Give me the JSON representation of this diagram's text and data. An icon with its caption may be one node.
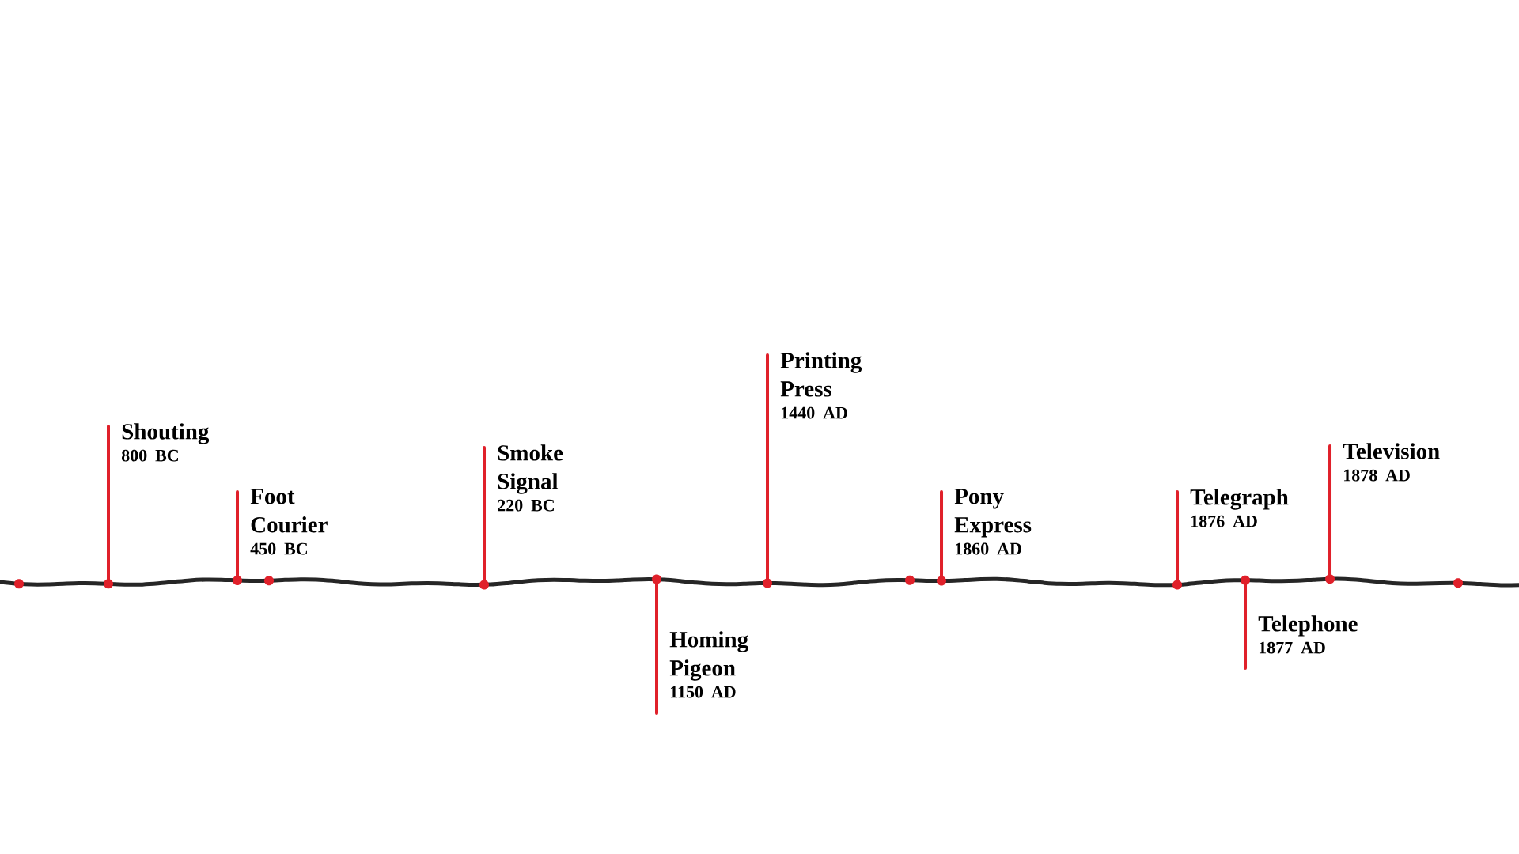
{
  "diagram": {
    "nodes": [
      {
        "text": [
          "Shouting",
          "800 BC"
        ]
      },
      {
        "text": [
          "Foot Courier",
          "450 BC"
        ]
      },
      {
        "text": [
          "Smoke Signal",
          "220 BC"
        ]
      },
      {
        "text": [
          "Homing Pigeon",
          "1150 AD"
        ]
      },
      {
        "text": [
          "Printing Press",
          "1440 AD"
        ]
      },
      {
        "text": [
          "Pony Express",
          "1860 AD"
        ]
      },
      {
        "text": [
          "Telegraph",
          "1876 AD"
        ]
      },
      {
        "text": [
          "Telephone",
          "1877 AD"
        ]
      },
      {
        "text": [
          "Television",
          "1878 AD"
        ]
      }
    ]
  }
}
